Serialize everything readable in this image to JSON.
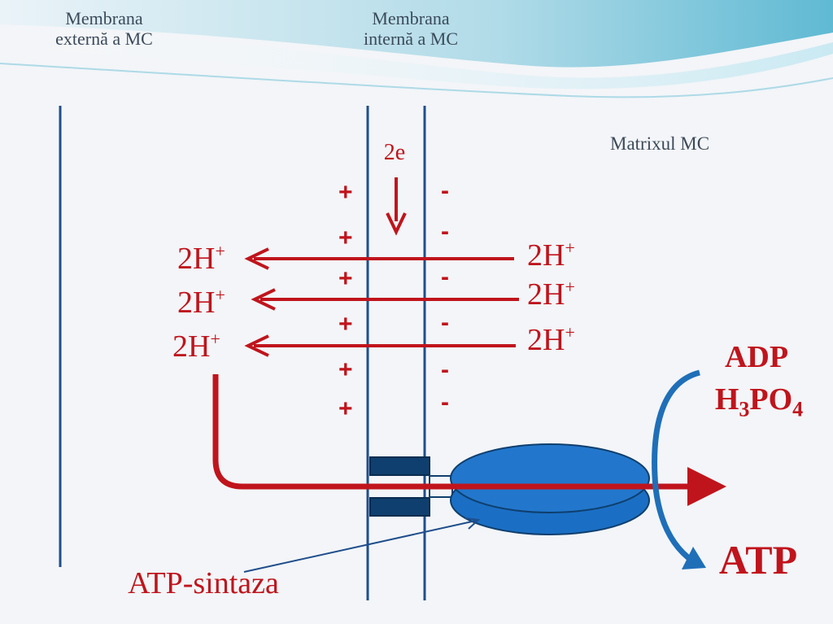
{
  "header": {
    "outer_membrane": [
      "Membrana",
      "externă a MC"
    ],
    "inner_membrane": [
      "Membrana",
      "internă a MC"
    ]
  },
  "matrix_label": "Matrixul MC",
  "electrons_label": "2e",
  "intermembrane_signs": [
    "+",
    "+",
    "+",
    "+",
    "+",
    "+"
  ],
  "matrix_signs": [
    "-",
    "-",
    "-",
    "-",
    "-",
    "-"
  ],
  "proton_left": [
    "2H",
    "2H",
    "2H"
  ],
  "proton_right": [
    "2H",
    "2H",
    "2H"
  ],
  "proton_charge": "+",
  "substrates": {
    "adp": "ADP",
    "phosphate_h": "H",
    "phosphate_sub3": "3",
    "phosphate_po": "PO",
    "phosphate_sub4": "4"
  },
  "product": "ATP",
  "enzyme_label": "ATP-sintaza",
  "colors": {
    "red": "#c0141c",
    "blue": "#1a6fc4",
    "dark_blue": "#0f3f6e",
    "membrane": "#1f4e8c",
    "header_text": "#3b4a5a"
  }
}
